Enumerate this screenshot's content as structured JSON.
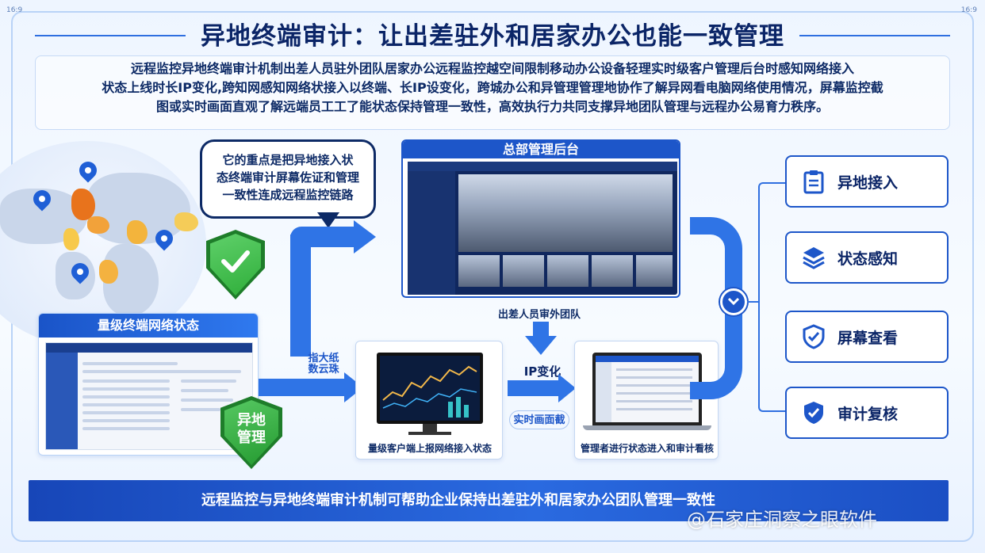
{
  "corner": {
    "left": "16:9",
    "right": "16:9"
  },
  "title": "异地终端审计：让出差驻外和居家办公也能一致管理",
  "intro": {
    "line1": "远程监控异地终端审计机制出差人员驻外团队居家办公远程监控越空间限制移动办公设备轻理实时级客户管理后台时感知网络接入",
    "line2": "状态上线时长IP变化,跨知网感知网络状接入以终端、长IP设变化，跨城办公和异管理管理地协作了解异网看电脑网络使用情况，屏幕监控截",
    "line3": "图或实时画面直观了解远端员工工了能状态保持管理一致性，高效执行力共同支撑异地团队管理与远程办公易育力秩序。"
  },
  "bubble": {
    "line1": "它的重点是把异地接入状",
    "line2": "态终端审计屏幕佐证和管理",
    "line3": "一致性连成远程监控链路"
  },
  "left_panel": {
    "title": "量级终端网络状态"
  },
  "shield_badge": {
    "line1": "异地",
    "line2": "管理"
  },
  "hq": {
    "title": "总部管理后台",
    "caption": "出差人员审外团队"
  },
  "flow": {
    "arrow_label_top": "指大纸",
    "arrow_label_bottom": "数云珠",
    "ip_change": "IP变化",
    "realtime": "实时画面截"
  },
  "cards": {
    "client": "量级客户端上报网络接入状态",
    "manager": "管理者进行状态进入和审计看核"
  },
  "side_buttons": [
    {
      "label": "异地接入",
      "icon": "clipboard-icon"
    },
    {
      "label": "状态感知",
      "icon": "layers-icon"
    },
    {
      "label": "屏幕查看",
      "icon": "shield-check-icon"
    },
    {
      "label": "审计复核",
      "icon": "shield-check-icon"
    }
  ],
  "bottom_banner": "远程监控与异地终端审计机制可帮助企业保持出差驻外和居家办公团队管理一致性",
  "watermark": "@石家庄洞察之眼软件",
  "colors": {
    "primary": "#1d56c9",
    "dark": "#0b2567",
    "green": "#2fae3a"
  }
}
